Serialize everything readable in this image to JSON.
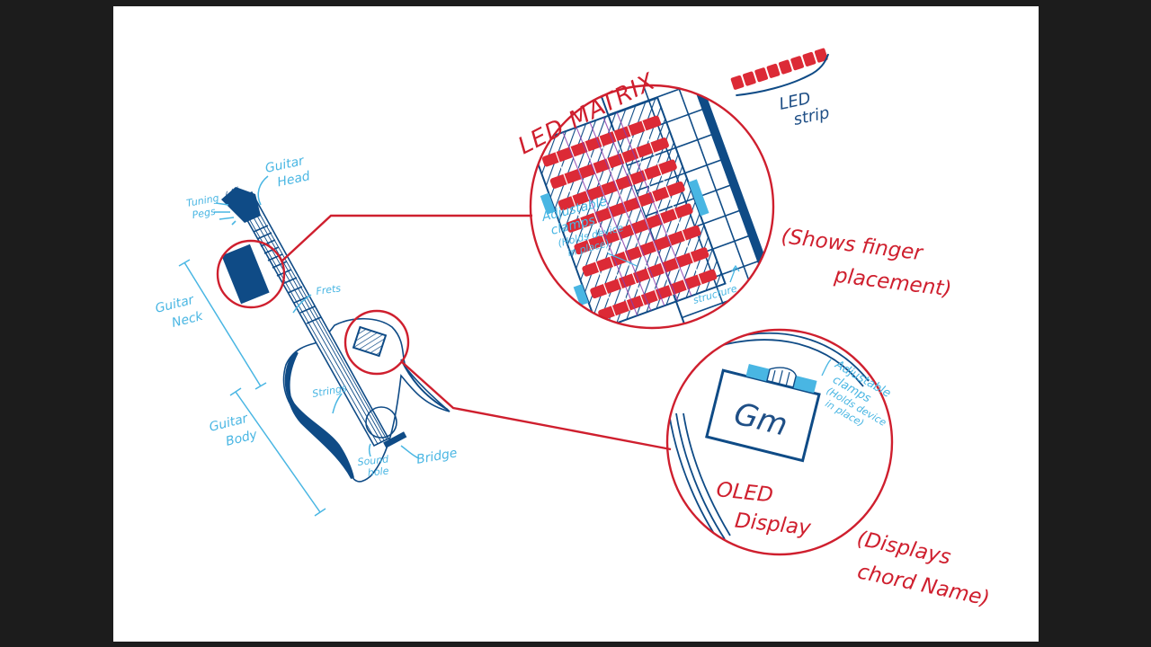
{
  "colors": {
    "navy": "#0f4b86",
    "cyan": "#49b6e3",
    "red": "#cf1f2e",
    "background": "#1c1c1c",
    "paper": "#ffffff"
  },
  "guitar": {
    "labels": {
      "head": [
        "Guitar",
        "Head"
      ],
      "pegs": [
        "Tuning",
        "Pegs"
      ],
      "neck": [
        "Guitar",
        "Neck"
      ],
      "body": [
        "Guitar",
        "Body"
      ],
      "frets": "Frets",
      "strings": "Strings",
      "soundhole": [
        "Sound",
        "hole"
      ],
      "bridge": "Bridge"
    }
  },
  "led_matrix": {
    "title": "LED MATRIX",
    "clamps": [
      "Adjustable",
      "clamps",
      "(Holds device",
      "in place)"
    ],
    "structure": "structure",
    "caption": [
      "(Shows finger",
      "placement)"
    ]
  },
  "led_strip": {
    "label": [
      "LED",
      "strip"
    ]
  },
  "oled": {
    "screen_text": "Gm",
    "title": [
      "OLED",
      "Display"
    ],
    "clamps": [
      "Adjustable",
      "clamps",
      "(Holds device",
      "in place)"
    ],
    "caption": [
      "(Displays",
      "chord Name)"
    ]
  }
}
